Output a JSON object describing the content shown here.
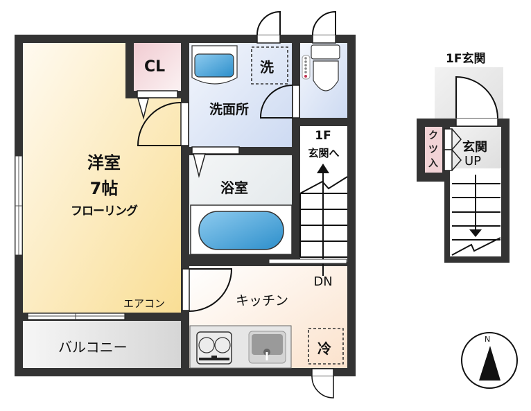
{
  "plan": {
    "rooms": {
      "western_room": {
        "name": "洋室",
        "size": "7帖",
        "floor": "フローリング"
      },
      "closet": {
        "label": "CL"
      },
      "washroom": {
        "label": "洗面所",
        "washer_label": "洗"
      },
      "bathroom": {
        "label": "浴室"
      },
      "kitchen": {
        "label": "キッチン",
        "fridge_label": "冷"
      },
      "balcony": {
        "label": "バルコニー"
      },
      "aircon": {
        "label": "エアコン"
      },
      "stairs": {
        "floor_label": "1F",
        "to_label": "玄関へ",
        "direction": "DN"
      }
    },
    "entrance_inset": {
      "title": "1F玄関",
      "label": "玄関",
      "direction": "UP",
      "shoe_box_label": "クツ入"
    },
    "compass": {
      "label": "N"
    }
  },
  "colors": {
    "wall": "#333333",
    "western_room": "#fbe7b0",
    "closet": "#f3d6da",
    "washroom": "#dfe7f6",
    "bathroom": "#e8ecee",
    "kitchen": "#fbeadb",
    "balcony": "#e2e2e2",
    "tub": "#4aa3d6"
  }
}
